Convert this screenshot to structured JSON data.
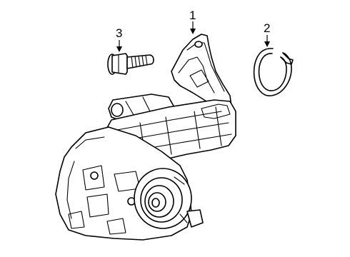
{
  "callouts": [
    {
      "id": "1",
      "label": "1"
    },
    {
      "id": "2",
      "label": "2"
    },
    {
      "id": "3",
      "label": "3"
    }
  ],
  "parts": [
    {
      "callout": "1",
      "icon": "water-pump-housing-icon"
    },
    {
      "callout": "2",
      "icon": "o-ring-gasket-icon"
    },
    {
      "callout": "3",
      "icon": "flange-bolt-icon"
    }
  ],
  "colors": {
    "line": "#000000",
    "background": "#ffffff"
  }
}
